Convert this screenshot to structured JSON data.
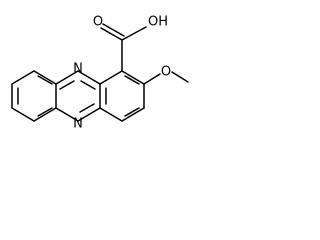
{
  "molecule": {
    "atoms": {
      "n_top": "N",
      "n_bottom": "N",
      "o_carbonyl": "O",
      "oh": "OH",
      "o_methoxy": "O"
    }
  }
}
